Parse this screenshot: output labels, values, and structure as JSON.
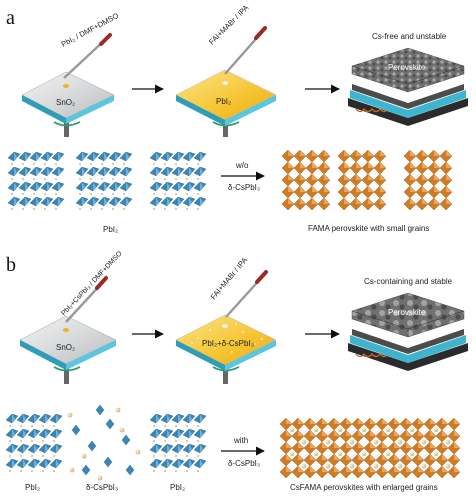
{
  "panel_a": {
    "letter": "a",
    "pipette_1": "PbI₂ / DMF+DMSO",
    "substrate_1": "SnO₂",
    "pipette_2": "FAI+MABr / IPA",
    "substrate_2": "PbI₂",
    "film_label": "Perovskite",
    "status": "Cs-free and unstable",
    "crystal_left": "PbI₂",
    "arrow_top": "w/o",
    "arrow_bottom": "δ-CsPbI₃",
    "crystal_right": "FAMA perovskite with small grains"
  },
  "panel_b": {
    "letter": "b",
    "pipette_1": "PbI₂+CsPbI₃ / DMF+DMSO",
    "substrate_1": "SnO₂",
    "pipette_2": "FAI+MABr / IPA",
    "substrate_2": "PbI₂+δ-CsPbI₃",
    "film_label": "Perovskite",
    "status": "Cs-containing and stable",
    "crystal_left_1": "PbI₂",
    "crystal_left_2": "δ-CsPbI₃",
    "crystal_left_3": "PbI₂",
    "arrow_top": "with",
    "arrow_bottom": "δ-CsPbI₃",
    "crystal_right": "CsFAMA perovskites with enlarged grains"
  },
  "colors": {
    "substrate_blue": "#3fb4cf",
    "pbi2_yellow": "#f5c431",
    "octahedra_blue": "#3b86b6",
    "octahedra_orange": "#d37b22",
    "cs_sphere": "#e9c89a",
    "film_grey": "#8a8a8a"
  }
}
